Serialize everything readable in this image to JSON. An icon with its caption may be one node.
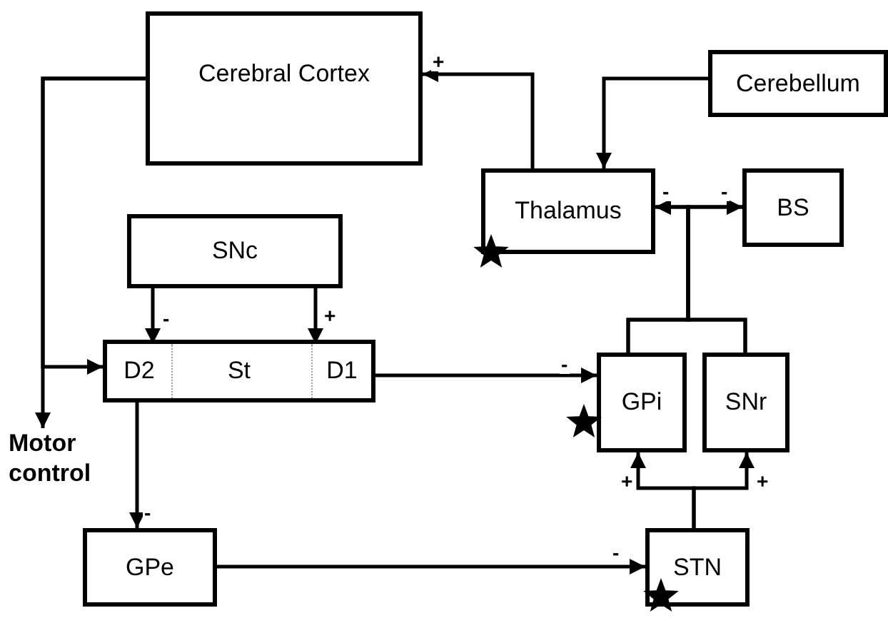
{
  "diagram": {
    "nodes": [
      {
        "text": [
          "Cerebral Cortex"
        ]
      },
      {
        "text": [
          "Cerebellum"
        ]
      },
      {
        "text": [
          "Thalamus"
        ]
      },
      {
        "text": [
          "BS"
        ]
      },
      {
        "text": [
          "SNc"
        ]
      },
      {
        "text": [
          "St"
        ]
      },
      {
        "text": [
          "D2"
        ],
        "in": 5
      },
      {
        "text": [
          "D1"
        ],
        "in": 5
      },
      {
        "text": [
          "GPi"
        ]
      },
      {
        "text": [
          "SNr"
        ]
      },
      {
        "text": [
          "GPe"
        ]
      },
      {
        "text": [
          "STN"
        ]
      },
      {
        "text": [
          "Motor control"
        ]
      }
    ],
    "edges": [
      {
        "from": 0,
        "to": 5,
        "arrow": "to"
      },
      {
        "from": 0,
        "to": 12,
        "arrow": "to"
      },
      {
        "from": 2,
        "to": 0,
        "arrow": "to",
        "label": "+"
      },
      {
        "from": 1,
        "to": 2,
        "arrow": "to"
      },
      {
        "from": 4,
        "to": 6,
        "arrow": "to",
        "label": "-"
      },
      {
        "from": 4,
        "to": 7,
        "arrow": "to",
        "label": "+"
      },
      {
        "from": 7,
        "to": 8,
        "arrow": "to",
        "label": "-"
      },
      {
        "from": 6,
        "to": 10,
        "arrow": "to",
        "label": "-"
      },
      {
        "from": 10,
        "to": 11,
        "arrow": "to",
        "label": "-"
      },
      {
        "from": 11,
        "to": 8,
        "arrow": "to",
        "label": "+"
      },
      {
        "from": 11,
        "to": 9,
        "arrow": "to",
        "label": "+"
      },
      {
        "from": 8,
        "to": 2,
        "arrow": "to",
        "label": "-"
      },
      {
        "from": 8,
        "to": 3,
        "arrow": "to",
        "label": "-"
      },
      {
        "from": 9,
        "to": 2,
        "arrow": "to"
      },
      {
        "from": 9,
        "to": 3,
        "arrow": "to"
      }
    ]
  }
}
